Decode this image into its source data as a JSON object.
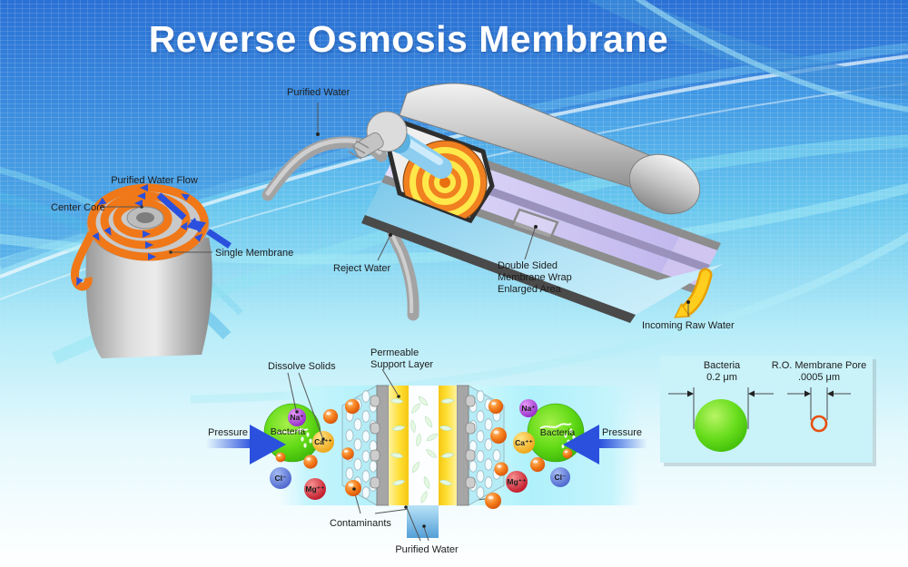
{
  "title": "Reverse Osmosis Membrane",
  "colors": {
    "accent_orange": "#f08020",
    "membrane_yellow": "#ffe049",
    "arrow_blue": "#2b50dd",
    "bacteria_green": "#55d411",
    "panel_cyan": "#bff2fb",
    "raw_water_yellow": "#ffce1e"
  },
  "spiral": {
    "flow_label": "Purified Water Flow",
    "core_label": "Center Core",
    "membrane_label": "Single Membrane"
  },
  "cartridge": {
    "purified_label": "Purified Water",
    "reject_label": "Reject Water",
    "wrap_label_lines": [
      "Double Sided",
      "Membrane Wrap",
      "Enlarged Area"
    ],
    "incoming_label": "Incoming Raw Water"
  },
  "cross_section": {
    "dissolve_label": "Dissolve Solids",
    "support_label_lines": [
      "Permeable",
      "Support Layer"
    ],
    "pressure_left_label": "Pressure",
    "pressure_right_label": "Pressure",
    "contaminants_label": "Contaminants",
    "purified_label": "Purified Water",
    "bacteria_left_label": "Bacteria",
    "bacteria_right_label": "Bacteria",
    "ions_left": {
      "na": "Na⁺",
      "ca": "Ca⁺⁺",
      "cl": "Cl⁻",
      "mg": "Mg⁺⁺"
    },
    "ions_right": {
      "na": "Na⁺",
      "ca": "Ca⁺⁺",
      "cl": "Cl⁻",
      "mg": "Mg⁺⁺"
    }
  },
  "comparison": {
    "bacteria_label": "Bacteria",
    "bacteria_size": "0.2 μm",
    "pore_label": "R.O. Membrane Pore",
    "pore_size": ".0005 μm"
  }
}
